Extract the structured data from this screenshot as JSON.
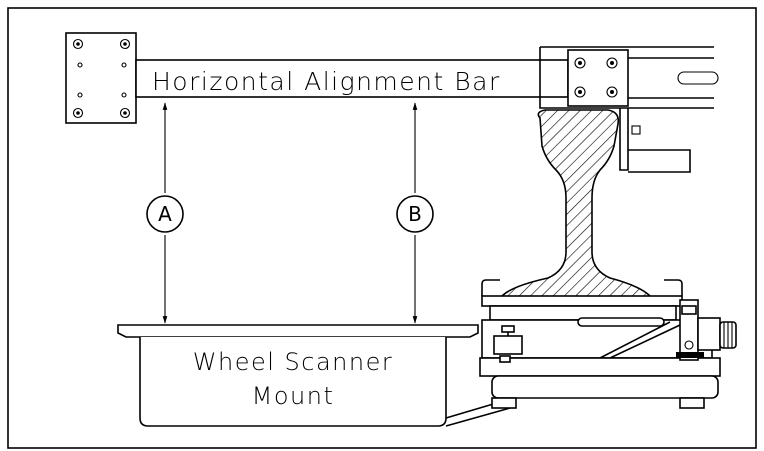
{
  "labels": {
    "bar": "Horizontal Alignment Bar",
    "mount_line1": "Wheel Scanner",
    "mount_line2": "Mount",
    "callout_a": "A",
    "callout_b": "B"
  },
  "icons": {
    "bolt": "bolt-icon",
    "hatch": "rail-hatch-pattern"
  }
}
